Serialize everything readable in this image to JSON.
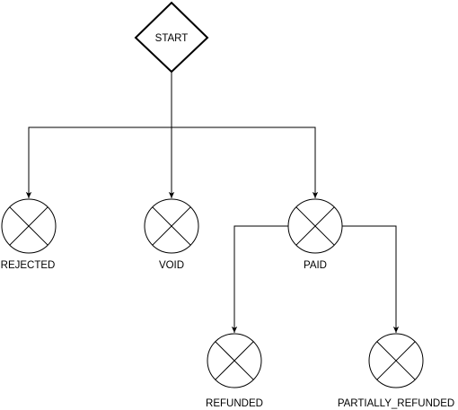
{
  "diagram": {
    "start": {
      "label": "START"
    },
    "states": [
      {
        "id": "rejected",
        "label": "REJECTED"
      },
      {
        "id": "void",
        "label": "VOID"
      },
      {
        "id": "paid",
        "label": "PAID"
      },
      {
        "id": "refunded",
        "label": "REFUNDED"
      },
      {
        "id": "partially_refunded",
        "label": "PARTIALLY_REFUNDED"
      }
    ],
    "edges": [
      {
        "from": "start",
        "to": "rejected"
      },
      {
        "from": "start",
        "to": "void"
      },
      {
        "from": "start",
        "to": "paid"
      },
      {
        "from": "paid",
        "to": "refunded"
      },
      {
        "from": "paid",
        "to": "partially_refunded"
      }
    ]
  }
}
